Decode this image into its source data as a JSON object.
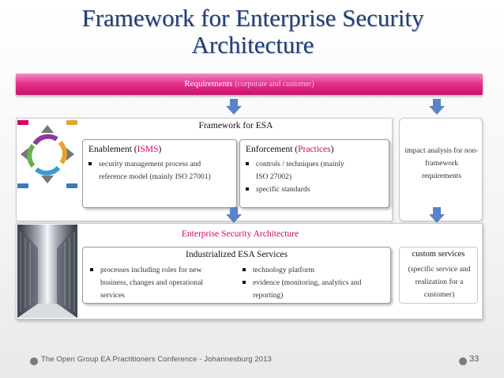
{
  "slide": {
    "title_line1": "Framework for Enterprise Security",
    "title_line2": "Architecture"
  },
  "requirements": {
    "label": "Requirements",
    "sub": "(corporate and customer)"
  },
  "framework": {
    "heading": "Framework for ESA",
    "enablement": {
      "title_prefix": "Enablement (",
      "title_highlight": "ISMS",
      "title_suffix": ")",
      "items": [
        "security management process and reference model (mainly ISO 27001)"
      ]
    },
    "enforcement": {
      "title_prefix": "Enforcement (",
      "title_highlight": "Practices",
      "title_suffix": ")",
      "items": [
        "controls / techniques (mainly ISO 27002)",
        "specific standards"
      ]
    },
    "impact": "impact analysis for non-framework requirements"
  },
  "esa": {
    "heading": "Enterprise Security Architecture",
    "services": {
      "title": "Industrialized ESA Services",
      "col1": [
        "processes  including roles for new business, changes and operational services"
      ],
      "col2": [
        "technology platform",
        "evidence (monitoring, analytics and reporting)"
      ]
    },
    "custom": {
      "title": "custom services",
      "text": "(specific service and realization for a customer)"
    }
  },
  "footer": {
    "text": "The Open Group EA Practitioners Conference - Johannesburg 2013",
    "page": "33"
  },
  "colors": {
    "title": "#1f3f7a",
    "accent": "#d4006a",
    "arrow": "#5a84c5",
    "requirements_bar": "#e6338f"
  }
}
